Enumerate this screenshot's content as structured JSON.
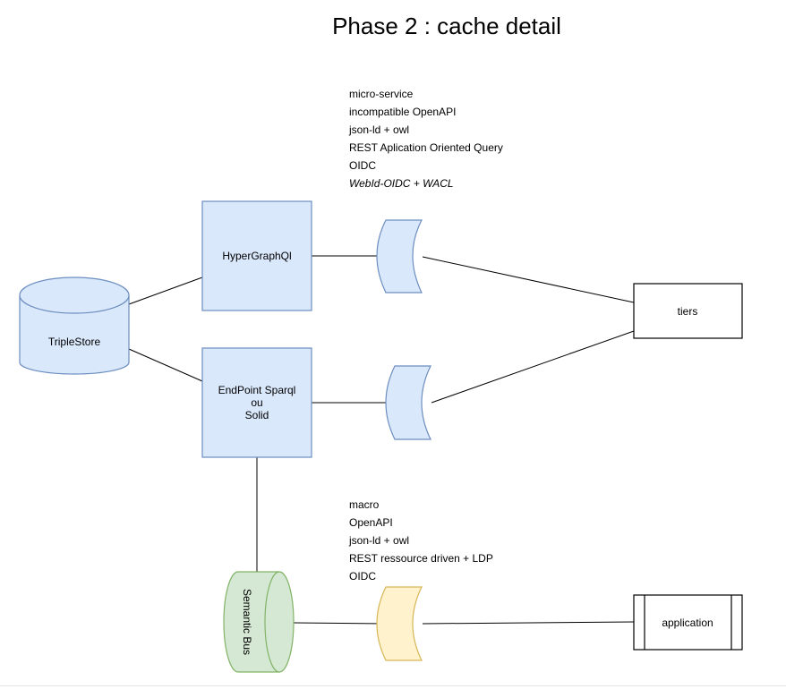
{
  "title": "Phase 2 : cache detail",
  "nodes": {
    "triplestore": "TripleStore",
    "hypergraphql": "HyperGraphQl",
    "endpoint": [
      "EndPoint Sparql",
      "ou",
      "Solid"
    ],
    "semantic_bus": "Semantic Bus",
    "tiers": "tiers",
    "application": "application"
  },
  "notes_top": [
    "micro-service",
    "incompatible OpenAPI",
    "json-ld + owl",
    "REST Aplication Oriented Query",
    "OIDC",
    "WebId-OIDC + WACL"
  ],
  "notes_bottom": [
    "macro",
    "OpenAPI",
    "json-ld + owl",
    "REST ressource driven + LDP",
    "OIDC"
  ],
  "colors": {
    "blue_fill": "#dae8fc",
    "blue_stroke": "#6c8ebf",
    "green_fill": "#d5e8d4",
    "green_stroke": "#82b366",
    "yellow_fill": "#fff2cc",
    "yellow_stroke": "#d6b656"
  }
}
